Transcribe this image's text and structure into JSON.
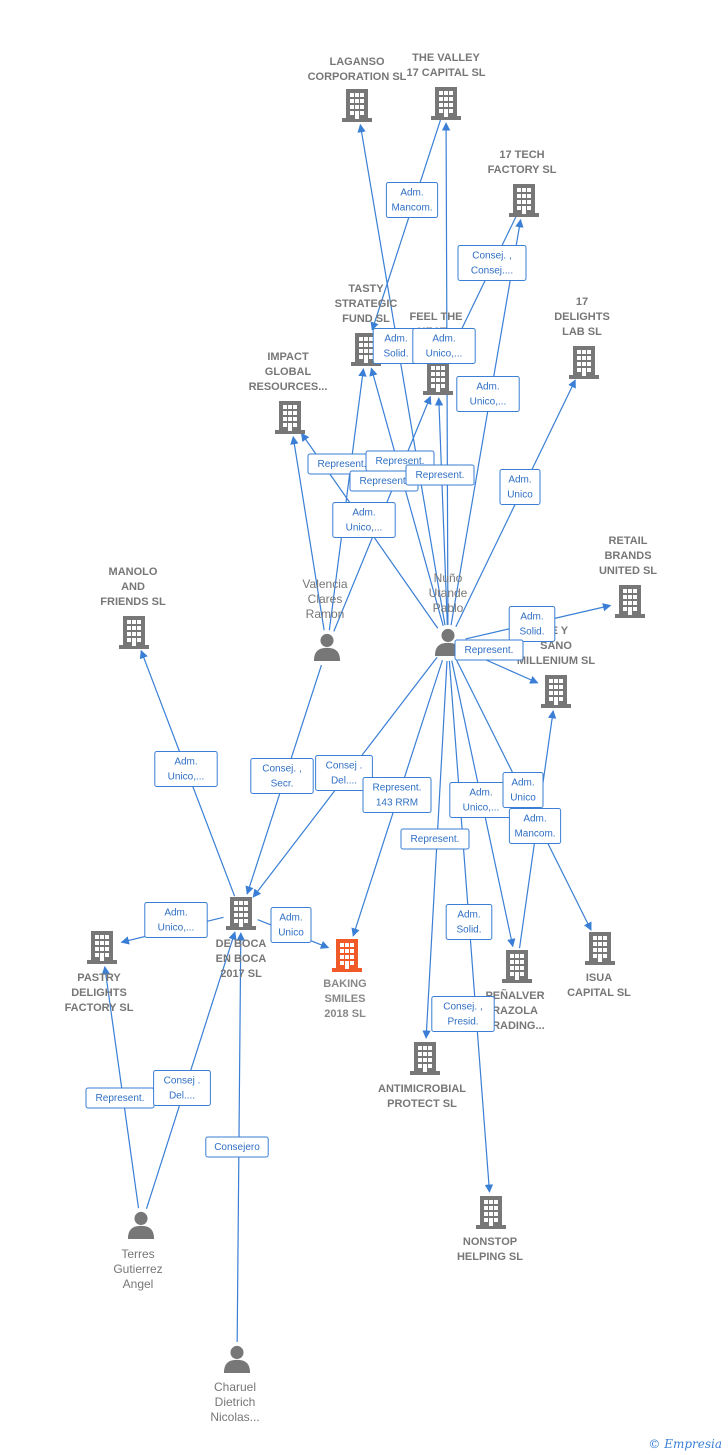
{
  "colors": {
    "edge": "#3a7fd5",
    "building": "#777777",
    "focus": "#f05a28",
    "person": "#777777"
  },
  "credit": {
    "symbol": "©",
    "brand": "Empresia"
  },
  "nodes": [
    {
      "id": "laganso",
      "type": "company",
      "label": [
        "LAGANSO",
        "CORPORATION SL"
      ]
    },
    {
      "id": "valley",
      "type": "company",
      "label": [
        "THE VALLEY",
        "17 CAPITAL  SL"
      ]
    },
    {
      "id": "tech17",
      "type": "company",
      "label": [
        "17 TECH",
        "FACTORY  SL"
      ]
    },
    {
      "id": "tasty",
      "type": "company",
      "label": [
        "TASTY",
        "STRATEGIC",
        "FUND  SL"
      ]
    },
    {
      "id": "feel",
      "type": "company",
      "label": [
        "FEEL THE",
        "HEAT..."
      ]
    },
    {
      "id": "delights17",
      "type": "company",
      "label": [
        "17",
        "DELIGHTS",
        "LAB  SL"
      ]
    },
    {
      "id": "impact",
      "type": "company",
      "label": [
        "IMPACT",
        "GLOBAL",
        "RESOURCES..."
      ]
    },
    {
      "id": "retail",
      "type": "company",
      "label": [
        "RETAIL",
        "BRANDS",
        "UNITED  SL"
      ]
    },
    {
      "id": "manolo",
      "type": "company",
      "label": [
        "MANOLO",
        "AND",
        "FRIENDS  SL"
      ]
    },
    {
      "id": "sano",
      "type": "company",
      "label": [
        "TE Y",
        "SANO",
        "MILLENIUM  SL"
      ]
    },
    {
      "id": "deboca",
      "type": "company",
      "label": [
        "DE BOCA",
        "EN BOCA",
        "2017  SL"
      ]
    },
    {
      "id": "pastry",
      "type": "company",
      "label": [
        "PASTRY",
        "DELIGHTS",
        "FACTORY  SL"
      ]
    },
    {
      "id": "baking",
      "type": "focus",
      "label": [
        "BAKING",
        "SMILES",
        "2018  SL"
      ]
    },
    {
      "id": "penalver",
      "type": "company",
      "label": [
        "PEÑALVER",
        "RAZOLA",
        "TRADING..."
      ]
    },
    {
      "id": "isua",
      "type": "company",
      "label": [
        "ISUA",
        "CAPITAL  SL"
      ]
    },
    {
      "id": "antimicrobial",
      "type": "company",
      "label": [
        "ANTIMICROBIAL",
        "PROTECT  SL"
      ]
    },
    {
      "id": "nonstop",
      "type": "company",
      "label": [
        "NONSTOP",
        "HELPING  SL"
      ]
    },
    {
      "id": "valencia",
      "type": "person",
      "label": [
        "Valencia",
        "Clares",
        "Ramon"
      ]
    },
    {
      "id": "nuno",
      "type": "person",
      "label": [
        "Nuño",
        "Utande",
        "Pablo"
      ]
    },
    {
      "id": "terres",
      "type": "person",
      "label": [
        "Terres",
        "Gutierrez",
        "Angel"
      ]
    },
    {
      "id": "charuel",
      "type": "person",
      "label": [
        "Charuel",
        "Dietrich",
        "Nicolas..."
      ]
    }
  ],
  "relations": [
    {
      "label": [
        "Adm.",
        "Mancom."
      ]
    },
    {
      "label": [
        "Consej. ,",
        "Consej...."
      ]
    },
    {
      "label": [
        "Adm.",
        "Solid."
      ]
    },
    {
      "label": [
        "Adm.",
        "Unico,..."
      ]
    },
    {
      "label": [
        "Adm.",
        "Unico,..."
      ]
    },
    {
      "label": [
        "Represent."
      ]
    },
    {
      "label": [
        "Represent."
      ]
    },
    {
      "label": [
        "Represent."
      ]
    },
    {
      "label": [
        "Represent."
      ]
    },
    {
      "label": [
        "Adm.",
        "Unico,..."
      ]
    },
    {
      "label": [
        "Adm.",
        "Unico"
      ]
    },
    {
      "label": [
        "Adm.",
        "Solid."
      ]
    },
    {
      "label": [
        "Represent."
      ]
    },
    {
      "label": [
        "Adm.",
        "Unico,..."
      ]
    },
    {
      "label": [
        "Consej. ,",
        "Secr."
      ]
    },
    {
      "label": [
        "Consej .",
        "Del...."
      ]
    },
    {
      "label": [
        "Represent.",
        "143 RRM"
      ]
    },
    {
      "label": [
        "Adm.",
        "Unico,..."
      ]
    },
    {
      "label": [
        "Adm.",
        "Unico"
      ]
    },
    {
      "label": [
        "Adm.",
        "Mancom."
      ]
    },
    {
      "label": [
        "Represent."
      ]
    },
    {
      "label": [
        "Adm.",
        "Unico,..."
      ]
    },
    {
      "label": [
        "Adm.",
        "Unico"
      ]
    },
    {
      "label": [
        "Adm.",
        "Solid."
      ]
    },
    {
      "label": [
        "Consej. ,",
        "Presid."
      ]
    },
    {
      "label": [
        "Represent."
      ]
    },
    {
      "label": [
        "Consej .",
        "Del...."
      ]
    },
    {
      "label": [
        "Consejero"
      ]
    }
  ]
}
